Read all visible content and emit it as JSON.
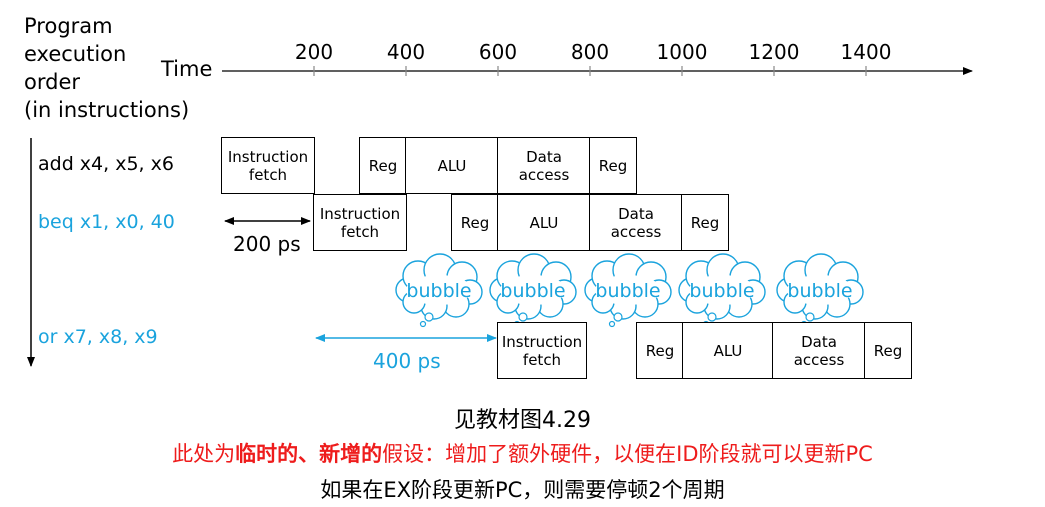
{
  "header": {
    "order_lines": [
      "Program",
      "execution",
      "order",
      "(in instructions)"
    ],
    "time_label": "Time"
  },
  "time_ticks": [
    "200",
    "400",
    "600",
    "800",
    "1000",
    "1200",
    "1400"
  ],
  "instructions": [
    {
      "text": "add x4, x5, x6",
      "color": "#000000"
    },
    {
      "text": "beq x1, x0, 40",
      "color": "#1aa3dd"
    },
    {
      "text": "or x7, x8, x9",
      "color": "#1aa3dd"
    }
  ],
  "rows": [
    {
      "stages": [
        {
          "name": "instruction-fetch",
          "label": "Instruction\nfetch"
        },
        {
          "name": "reg",
          "label": "Reg"
        },
        {
          "name": "alu",
          "label": "ALU"
        },
        {
          "name": "data-access",
          "label": "Data\naccess"
        },
        {
          "name": "reg-write",
          "label": "Reg"
        }
      ]
    },
    {
      "stages": [
        {
          "name": "instruction-fetch",
          "label": "Instruction\nfetch"
        },
        {
          "name": "reg",
          "label": "Reg"
        },
        {
          "name": "alu",
          "label": "ALU"
        },
        {
          "name": "data-access",
          "label": "Data\naccess"
        },
        {
          "name": "reg-write",
          "label": "Reg"
        }
      ]
    },
    {
      "stages": [
        {
          "name": "instruction-fetch",
          "label": "Instruction\nfetch"
        },
        {
          "name": "reg",
          "label": "Reg"
        },
        {
          "name": "alu",
          "label": "ALU"
        },
        {
          "name": "data-access",
          "label": "Data\naccess"
        },
        {
          "name": "reg-write",
          "label": "Reg"
        }
      ]
    }
  ],
  "bubbles": [
    "bubble",
    "bubble",
    "bubble",
    "bubble",
    "bubble"
  ],
  "annotations": {
    "interval_200": "200 ps",
    "interval_400": "400 ps"
  },
  "captions": {
    "line1": "见教材图4.29",
    "line2_a": "此处为",
    "line2_b": "临时的、新增的",
    "line2_c": "假设：增加了额外硬件，以便在ID阶段就可以更新PC",
    "line3": "如果在EX阶段更新PC，则需要停顿2个周期"
  },
  "colors": {
    "highlight": "#1aa3dd",
    "caption_red": "#ee1c1c",
    "axis": "#000000"
  }
}
